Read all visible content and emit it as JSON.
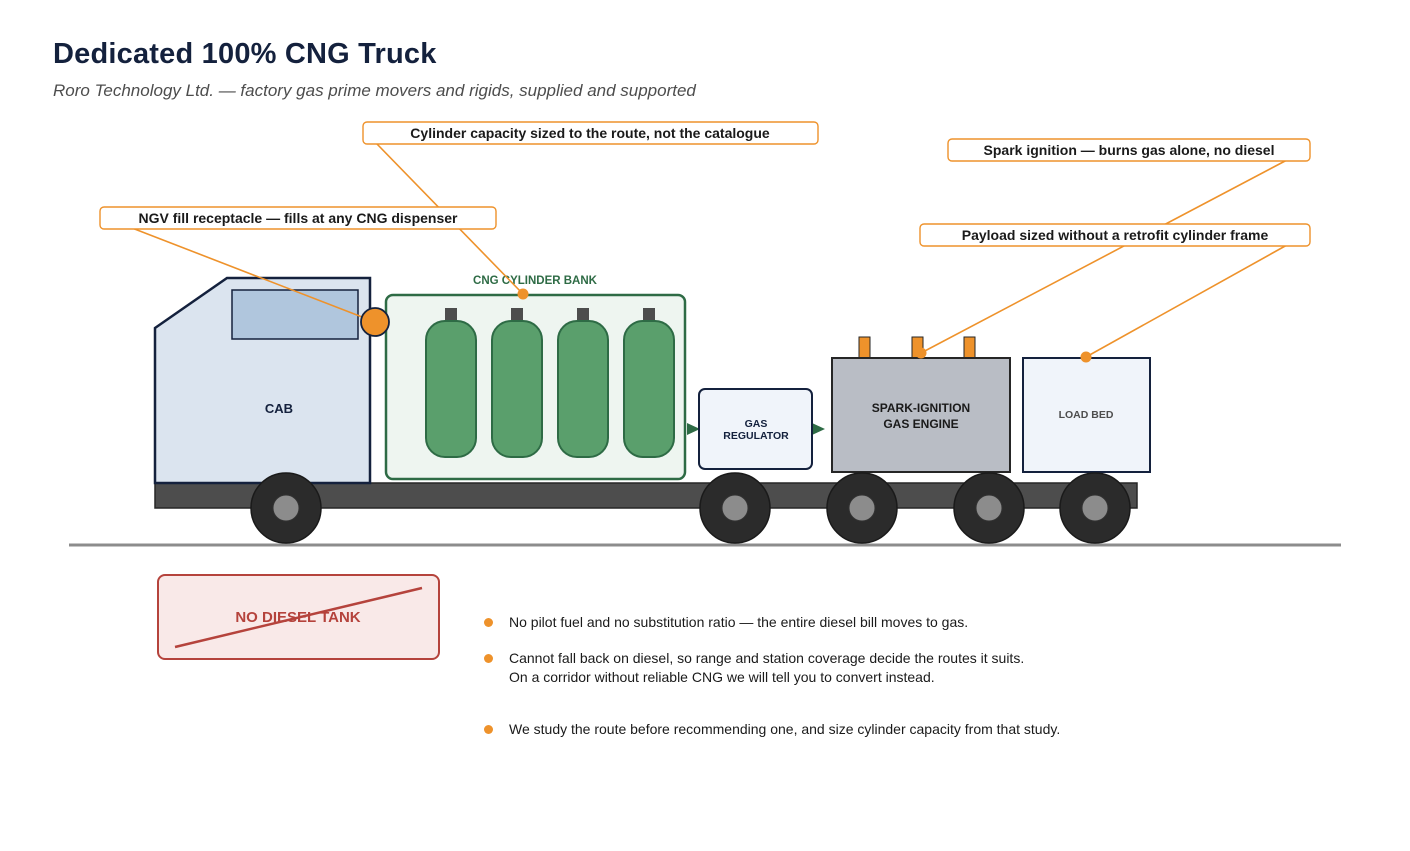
{
  "header": {
    "title": "Dedicated 100% CNG Truck",
    "subtitle": "Roro Technology Ltd. — factory gas prime movers and rigids, supplied and supported"
  },
  "truck": {
    "cab_label": "CAB",
    "cylinder_bank_label": "CNG CYLINDER BANK",
    "cylinder_count": 4,
    "regulator_label_lines": [
      "GAS",
      "REGULATOR"
    ],
    "engine_label_lines": [
      "SPARK-IGNITION",
      "GAS ENGINE"
    ],
    "load_bed_label": "LOAD BED"
  },
  "callouts": {
    "cylinder_capacity": "Cylinder capacity sized to the route, not the catalogue",
    "spark_ignition": "Spark ignition — burns gas alone, no diesel",
    "ngv_fill": "NGV fill receptacle — fills at any CNG dispenser",
    "payload": "Payload sized without a retrofit cylinder frame"
  },
  "no_diesel_badge": "NO DIESEL TANK",
  "bullets": [
    {
      "lines": [
        "No pilot fuel and no substitution ratio — the entire diesel bill moves to gas."
      ]
    },
    {
      "lines": [
        "Cannot fall back on diesel, so range and station coverage decide the routes it suits.",
        "On a corridor without reliable CNG we will tell you to convert instead."
      ]
    },
    {
      "lines": [
        "We study the route before recommending one, and size cylinder capacity from that study."
      ]
    }
  ],
  "colors": {
    "title": "#14213d",
    "accent_orange": "#ee922b",
    "cylinder_green": "#5a9f6c",
    "cylinder_outline": "#2e6b45",
    "no_diesel_red": "#b5433c"
  }
}
